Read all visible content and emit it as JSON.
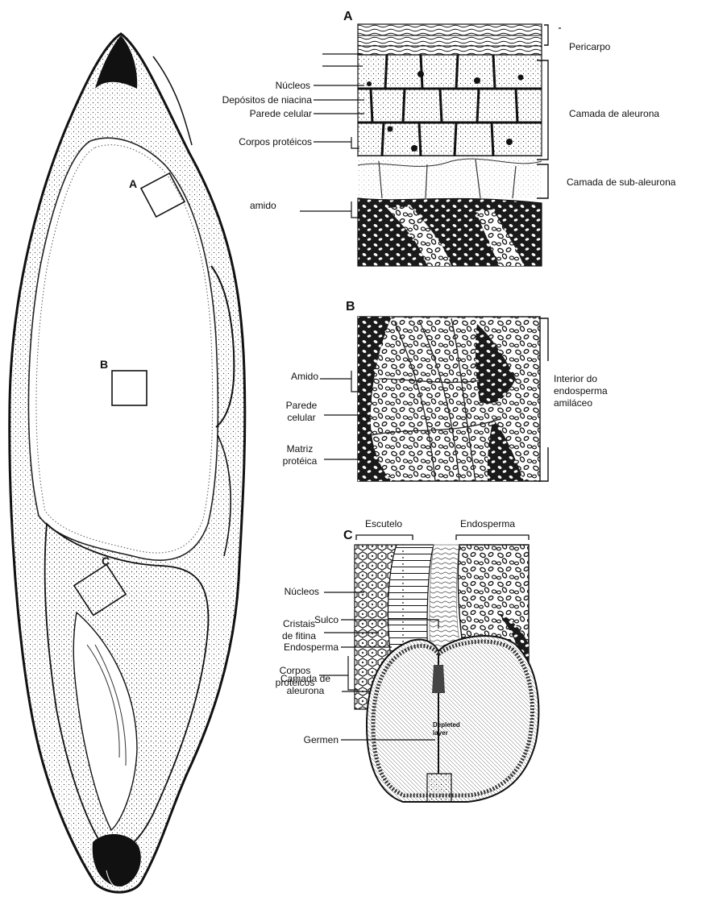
{
  "panel_a": {
    "letter": "A",
    "labels": {
      "nucleos": "Núcleos",
      "niacina": "Depósitos de niacina",
      "parede": "Parede celular",
      "corpos": "Corpos protéicos",
      "amido": "amido",
      "pericarpo": "Pericarpo",
      "aleurona": "Camada de aleurona",
      "subaleurona": "Camada de sub-aleurona"
    }
  },
  "panel_b": {
    "letter": "B",
    "labels": {
      "amido": "Amido",
      "parede_1": "Parede",
      "parede_2": "celular",
      "matriz_1": "Matriz",
      "matriz_2": "protéica",
      "interior_1": "Interior do",
      "interior_2": "endosperma",
      "interior_3": "amiláceo"
    }
  },
  "panel_c": {
    "letter": "C",
    "labels": {
      "escutelo": "Escutelo",
      "endosperma": "Endosperma",
      "nucleos": "Núcleos",
      "cristais_1": "Cristais",
      "cristais_2": "de fitina",
      "corpos_1": "Corpos",
      "corpos_2": "protéicos",
      "depleted_1": "Depleted",
      "depleted_2": "layer"
    }
  },
  "cross_section": {
    "labels": {
      "sulco": "Sulco",
      "endosperma": "Endosperma",
      "camada_1": "Camada de",
      "camada_2": "aleurona",
      "germen": "Germen"
    }
  },
  "grain": {
    "box_letters": {
      "a": "A",
      "b": "B",
      "c": "C"
    }
  }
}
